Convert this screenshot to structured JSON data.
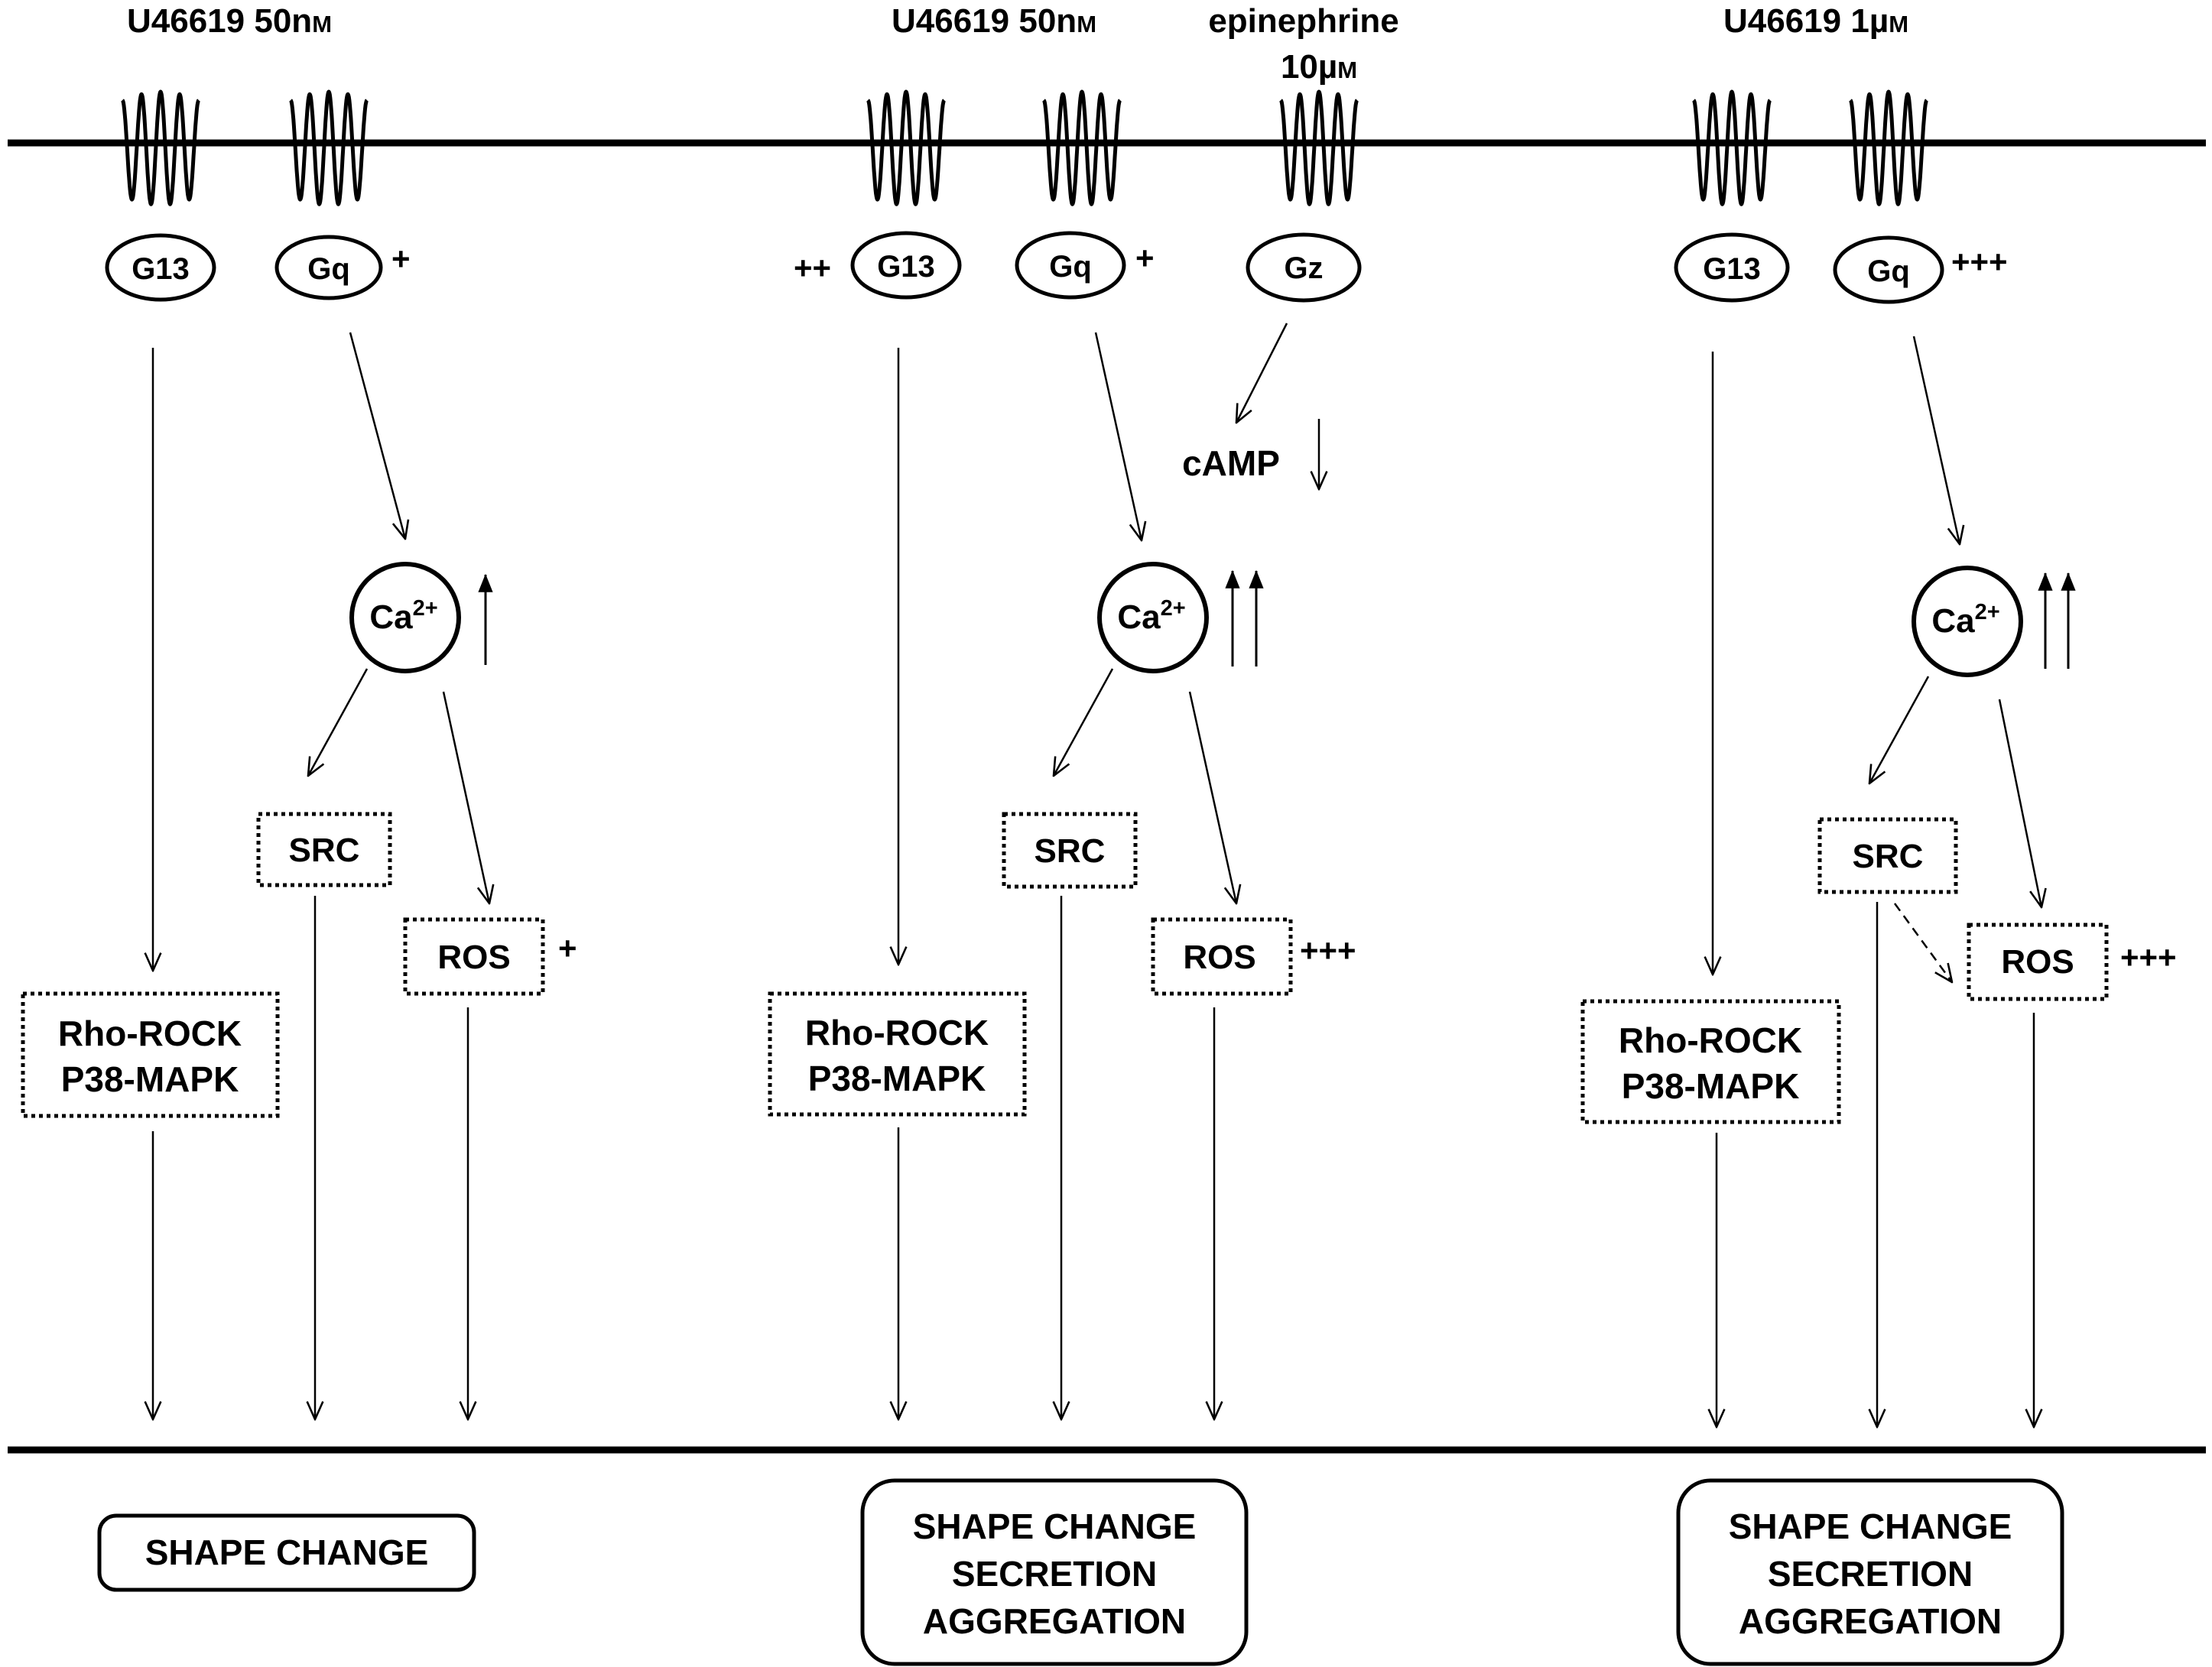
{
  "panels": [
    {
      "agonists": [
        {
          "name": "U46619",
          "conc": "50n",
          "unit": "M"
        }
      ],
      "proteins": {
        "g13": "G13",
        "gq": "Gq"
      },
      "g13_mod": "",
      "gq_mod": "+",
      "ca": {
        "base": "Ca",
        "sup": "2+"
      },
      "ca_arrows": 1,
      "src": "SRC",
      "ros": "ROS",
      "ros_mod": "+",
      "rho": [
        "Rho-ROCK",
        "P38-MAPK"
      ],
      "outcome": [
        "SHAPE CHANGE"
      ]
    },
    {
      "agonists": [
        {
          "name": "U46619",
          "conc": "50n",
          "unit": "M"
        },
        {
          "name": "epinephrine",
          "line2": "10µ",
          "unit": "M"
        }
      ],
      "proteins": {
        "g13": "G13",
        "gq": "Gq",
        "gz": "Gz"
      },
      "g13_mod": "++",
      "gq_mod": "+",
      "camp": "cAMP",
      "ca": {
        "base": "Ca",
        "sup": "2+"
      },
      "ca_arrows": 2,
      "src": "SRC",
      "ros": "ROS",
      "ros_mod": "+++",
      "rho": [
        "Rho-ROCK",
        "P38-MAPK"
      ],
      "outcome": [
        "SHAPE CHANGE",
        "SECRETION",
        "AGGREGATION"
      ]
    },
    {
      "agonists": [
        {
          "name": "U46619",
          "conc": "1µ",
          "unit": "M"
        }
      ],
      "proteins": {
        "g13": "G13",
        "gq": "Gq"
      },
      "g13_mod": "",
      "gq_mod": "+++",
      "ca": {
        "base": "Ca",
        "sup": "2+"
      },
      "ca_arrows": 2,
      "src": "SRC",
      "ros": "ROS",
      "ros_mod": "+++",
      "rho": [
        "Rho-ROCK",
        "P38-MAPK"
      ],
      "outcome": [
        "SHAPE CHANGE",
        "SECRETION",
        "AGGREGATION"
      ]
    }
  ]
}
